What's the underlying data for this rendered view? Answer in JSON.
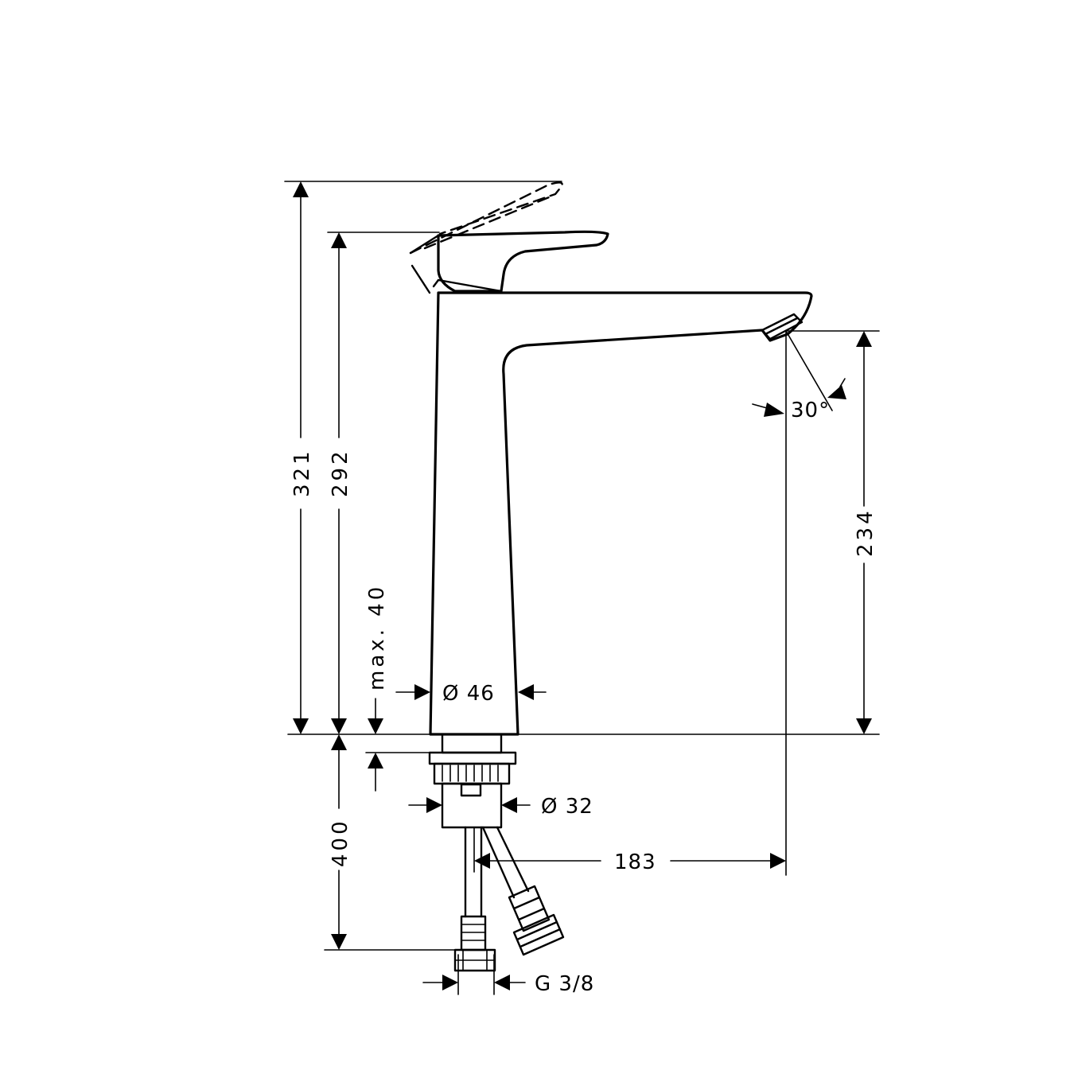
{
  "drawing": {
    "colors": {
      "line": "#000000",
      "background": "#ffffff"
    },
    "dimensions": {
      "overall_height": "321",
      "body_height": "292",
      "spout_height": "234",
      "deck_thickness": "max. 40",
      "body_diameter": "Ø 46",
      "shank_diameter": "Ø 32",
      "projection": "183",
      "hose_length": "400",
      "connection": "G 3/8",
      "spray_angle": "30°"
    }
  }
}
